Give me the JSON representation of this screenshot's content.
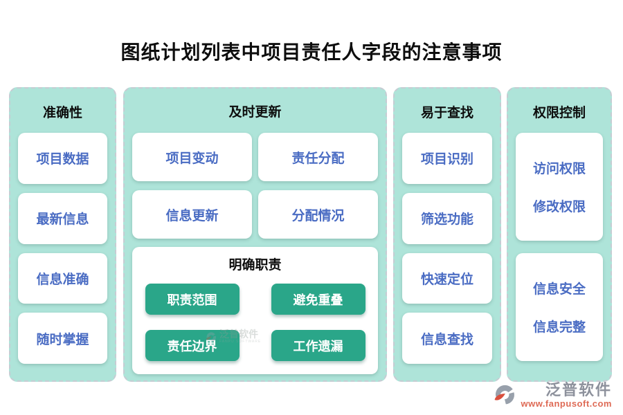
{
  "title": "图纸计划列表中项目责任人字段的注意事项",
  "columns": [
    {
      "header": "准确性",
      "items": [
        "项目数据",
        "最新信息",
        "信息准确",
        "随时掌握"
      ]
    },
    {
      "header": "及时更新",
      "items": [
        "项目变动",
        "责任分配",
        "信息更新",
        "分配情况"
      ],
      "subsection": {
        "header": "明确职责",
        "buttons": [
          "职责范围",
          "避免重叠",
          "责任边界",
          "工作遗漏"
        ]
      }
    },
    {
      "header": "易于查找",
      "items": [
        "项目识别",
        "筛选功能",
        "快速定位",
        "信息查找"
      ]
    },
    {
      "header": "权限控制",
      "cards": [
        {
          "lines": [
            "访问权限",
            "修改权限"
          ]
        },
        {
          "lines": [
            "信息安全",
            "信息完整"
          ]
        }
      ]
    }
  ],
  "watermark": {
    "brand": "泛普软件",
    "subbrand": "FANPU SOFTWARE"
  },
  "footer": {
    "brand": "泛普软件",
    "url": "www.fanpusoft.com"
  },
  "colors": {
    "mint_panel": "#aee4d9",
    "teal_button": "#2aa689",
    "item_blue": "#4a6cc3",
    "dashed_border": "#c6ccd3",
    "brand_gray": "#8d919c",
    "brand_red": "#de6a55"
  }
}
